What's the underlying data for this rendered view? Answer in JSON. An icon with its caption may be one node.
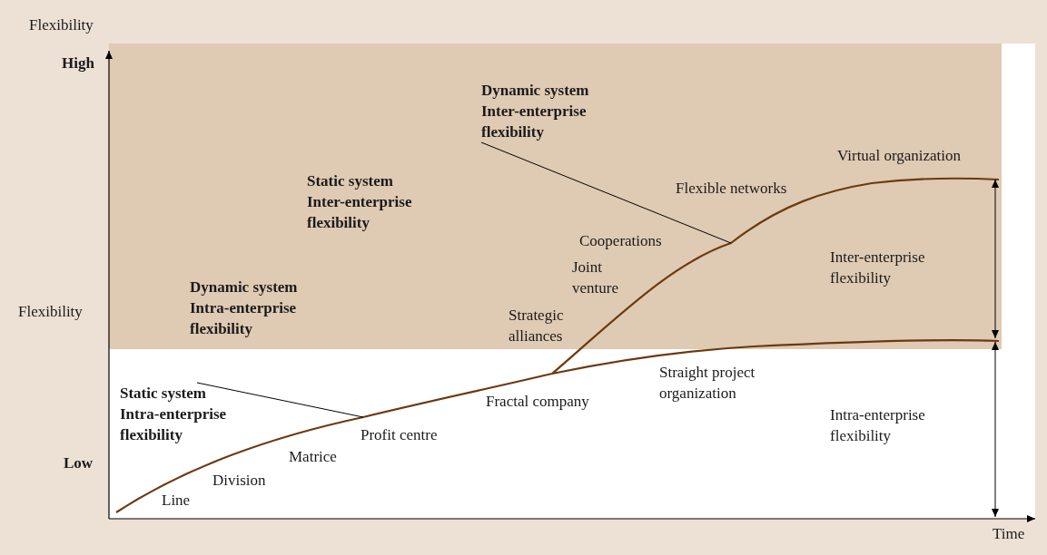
{
  "diagram": {
    "nodes": [
      {
        "text": [
          "Static system Intra-enterprise flexibility"
        ]
      },
      {
        "text": [
          "Dynamic system Inter-enterprise flexibility"
        ]
      }
    ],
    "edges": [
      {
        "from": 0,
        "to": null,
        "arrow": "none"
      },
      {
        "from": 1,
        "to": null,
        "arrow": "none"
      }
    ],
    "labels": [
      "Flexibility",
      "High",
      "Static system Inter-enterprise flexibility",
      "Virtual organization",
      "Flexible networks",
      "Cooperations",
      "Joint venture",
      "Inter-enterprise flexibility",
      "Flexibility",
      "Dynamic system Intra-enterprise flexibility",
      "Strategic alliances",
      "Straight project organization",
      "Fractal company",
      "Profit centre",
      "Intra-enterprise flexibility",
      "Matrice",
      "Low",
      "Division",
      "Line",
      "Time"
    ]
  }
}
